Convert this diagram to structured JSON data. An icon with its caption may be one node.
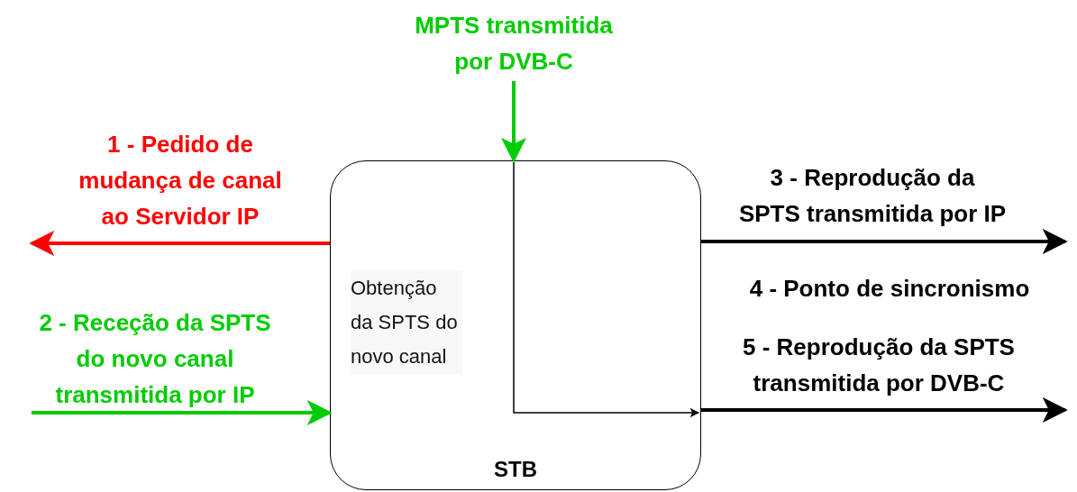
{
  "diagram": {
    "nodes": [
      {
        "text": [
          "MPTS transmitida por DVB-C"
        ]
      },
      {
        "text": [
          "Obtenção da SPTS do novo canal",
          "STB"
        ]
      }
    ],
    "edges": [
      {
        "from": 1,
        "to": null,
        "arrow": "to",
        "label": "1 - Pedido de mudança de canal ao Servidor IP",
        "color": "#ff0000"
      },
      {
        "from": null,
        "to": 1,
        "arrow": "to",
        "label": "2 - Receção da SPTS do novo canal transmitida por IP",
        "color": "#00cc00"
      },
      {
        "from": 0,
        "to": 1,
        "arrow": "to",
        "color": "#00cc00"
      },
      {
        "from": 1,
        "to": null,
        "arrow": "to",
        "label": "3 - Reprodução da SPTS transmitida por IP",
        "color": "#000000"
      },
      {
        "from": 1,
        "to": null,
        "arrow": "to",
        "label": "5 - Reprodução da SPTS transmitida por DVB-C",
        "color": "#000000"
      }
    ],
    "labels": [
      "4 - Ponto de sincronismo"
    ]
  }
}
